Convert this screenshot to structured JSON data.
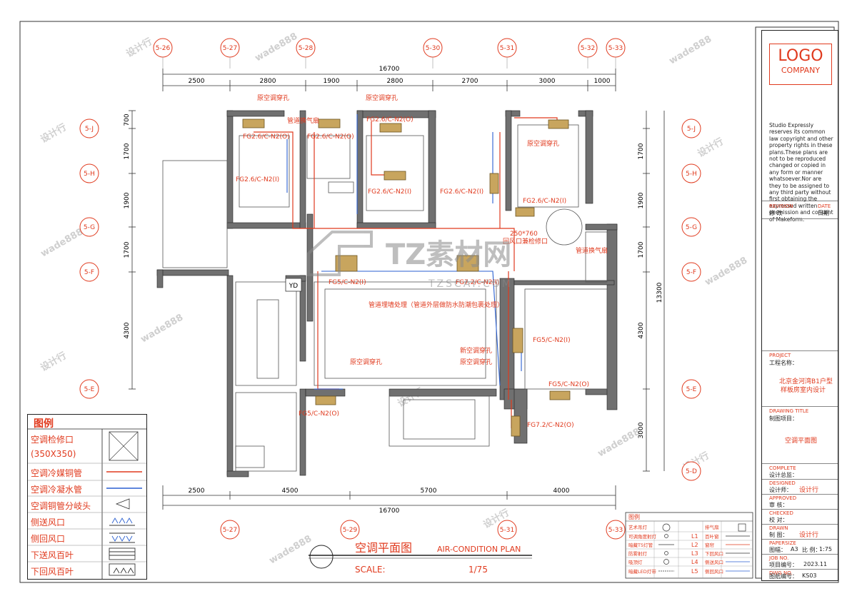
{
  "grid_top": [
    "5-26",
    "5-27",
    "5-28",
    "5-30",
    "5-31",
    "5-32",
    "5-33"
  ],
  "grid_bottom": [
    "5-27",
    "5-29",
    "5-31",
    "5-33"
  ],
  "grid_side": [
    "5-J",
    "5-H",
    "5-G",
    "5-F",
    "5-E",
    "5-D"
  ],
  "dims_top_total": "16700",
  "dims_top": [
    "2500",
    "2800",
    "1900",
    "2800",
    "2700",
    "3000",
    "1000"
  ],
  "dims_bottom": [
    "2500",
    "4500",
    "5700",
    "4000"
  ],
  "dims_bottom_total": "16700",
  "dims_left": [
    "700",
    "1700",
    "1900",
    "1700",
    "4300"
  ],
  "dims_right": [
    "1700",
    "1900",
    "1700",
    "13300",
    "4300",
    "3000"
  ],
  "annotations": {
    "hole_1": "原空调穿孔",
    "hole_2": "原空调穿孔",
    "fan_1": "管道换气扇",
    "unit_1": "FG2.6/C-N2(O)",
    "unit_2": "FG2.6/C-N2(O)",
    "unit_3": "FG2.6/C-N2(O)",
    "unit_4": "FG2.6/C-N2(I)",
    "unit_5": "FG2.6/C-N2(I)",
    "unit_6": "FG2.6/C-N2(I)",
    "unit_7": "FG2.6/C-N2(I)",
    "hole_3": "原空调穿孔",
    "return_vent": "250*760",
    "return_vent_2": "回风口兼检修口",
    "fan_2": "管道换气扇",
    "unit_8": "FG5/C-N2(I)",
    "unit_9": "FG7.2/C-N2(I)",
    "pipe_note": "管道埋墙处理（管道外层做防水防潮包裹处理）",
    "unit_10": "FG5/C-N2(I)",
    "hole_4": "原空调穿孔",
    "hole_new": "新空调穿孔",
    "hole_5": "原空调穿孔",
    "unit_11": "FG5/C-N2(O)",
    "unit_12": "FG5/C-N2(O)",
    "unit_13": "FG7.2/C-N2(O)",
    "yd": "YD"
  },
  "legend": {
    "title": "图例",
    "items": [
      "空调检修口",
      "(350X350)",
      "空调冷媒铜管",
      "空调冷凝水管",
      "空调铜管分岐头",
      "侧送风口",
      "侧回风口",
      "下送风百叶",
      "下回风百叶"
    ]
  },
  "drawing_title": {
    "cn": "空调平面图",
    "en": "AIR-CONDITION PLAN",
    "scale_label": "SCALE:",
    "scale_value": "1/75"
  },
  "light_legend": {
    "title": "图例",
    "rows": [
      {
        "name": "艺术吊灯",
        "code": "",
        "right": "排气扇"
      },
      {
        "name": "可调角度射灯",
        "code": "L1",
        "right": "百叶窗"
      },
      {
        "name": "暗藏T5灯管",
        "code": "L2",
        "right": "窗帘"
      },
      {
        "name": "防雾射灯",
        "code": "L3",
        "right": "下回风口"
      },
      {
        "name": "吸顶灯",
        "code": "L4",
        "right": "侧送风口"
      },
      {
        "name": "暗藏LED灯带",
        "code": "L5",
        "right": "侧回风口"
      }
    ]
  },
  "title_block": {
    "logo_line1": "LOGO",
    "logo_line2": "COMPANY",
    "copyright": "Studio Expressly reserves its common law copyright and other property rights in these plans.These plans are not to be reproduced changed or copied in any form or manner whatsoever.Nor are they to be assigned to any third party without first obtaining the expressed written permission and consent of Makeform.",
    "rev_label": "REVISION",
    "date_label": "DATE",
    "rev_cn": "修 改",
    "date_cn": "日期",
    "project_label": "PROJECT",
    "project_cn": "工程名称：",
    "project_name": "北京金河湾B1户型",
    "project_name_2": "样板房室内设计",
    "drawing_title_label": "DRAWING TITLE",
    "drawing_title_cn": "制图项目：",
    "drawing_title_value": "空调平面图",
    "complete_label": "COMPLETE",
    "complete_cn": "设计总监：",
    "designed_label": "DESIGNED",
    "designed_cn": "设计师：",
    "designed_value": "设计行",
    "approved_label": "APPROVED",
    "approved_cn": "审 核：",
    "checked_label": "CHECKED",
    "checked_cn": "校 对：",
    "drawn_label": "DRAWN",
    "drawn_cn": "制 图：",
    "drawn_value": "设计行",
    "paper_label": "PAPERSIZE",
    "paper_cn": "图幅：",
    "paper_value": "A3",
    "scale_cn": "比 例：",
    "scale_value": "1:75",
    "job_label": "JOB NO.",
    "job_cn": "项目编号：",
    "date_value": "2023.11",
    "dwg_label": "DWG NO.",
    "dwg_cn": "图纸编号：",
    "dwg_value": "KS03"
  },
  "watermark": {
    "main": "TZ素材网",
    "url": "TZSCAI.COM",
    "repeat_a": "设计行",
    "repeat_b": "wade888"
  }
}
